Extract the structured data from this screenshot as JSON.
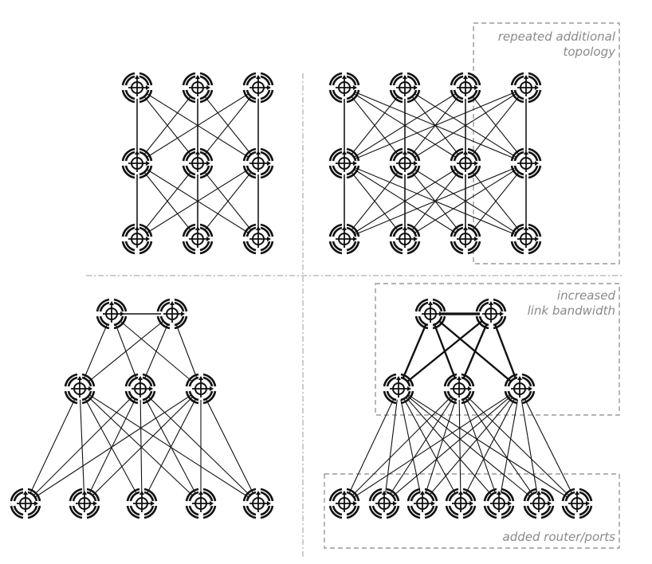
{
  "annotations": {
    "repeated_topology": [
      "repeated additional",
      "topology"
    ],
    "increased_bandwidth": [
      "increased",
      "link bandwidth"
    ],
    "added_ports": "added router/ports"
  },
  "colors": {
    "line": "#111111",
    "dashed_box": "#9a9a9a",
    "divider": "#9a9a9a",
    "annotation_text": "#8a8a8a"
  },
  "icons": {
    "router": "router-icon"
  }
}
